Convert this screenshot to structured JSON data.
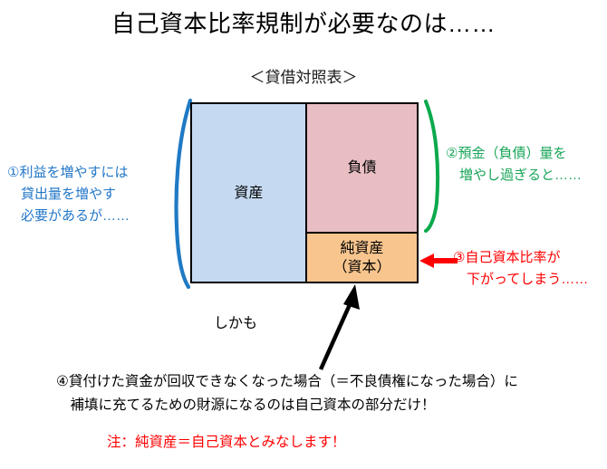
{
  "page": {
    "title": "自己資本比率規制が必要なのは……",
    "subtitle": "＜貸借対照表＞"
  },
  "balance_sheet": {
    "assets_label": "資産",
    "liabilities_label": "負債",
    "net_assets_label": "純資産\n（資本）",
    "colors": {
      "assets": "#c5d9f1",
      "liabilities": "#e8bec3",
      "net_assets": "#f8c58e",
      "border": "#000000"
    }
  },
  "annotations": {
    "note1": {
      "text": "①利益を増やすには\n　貸出量を増やす\n　必要があるが……",
      "color": "#2277c8"
    },
    "note2": {
      "text": "②預金（負債）量を\n　増やし過ぎると……",
      "color": "#18a558"
    },
    "note3": {
      "text": "③自己資本比率が\n　下がってしまう……",
      "color": "#fe0000"
    },
    "moreover": {
      "text": "しかも",
      "color": "#000000"
    },
    "note4": {
      "text": "④貸付けた資金が回収できなくなった場合（＝不良債権になった場合）に\n　補填に充てるための財源になるのは自己資本の部分だけ！",
      "color": "#000000"
    },
    "caution": {
      "text": "注：純資産＝自己資本とみなします！",
      "color": "#fe0000"
    }
  },
  "connectors": {
    "left_brace_color": "#1f7ac4",
    "right_brace_color": "#0ba94c",
    "red_arrow_color": "#fe0000",
    "black_arrow_color": "#000000"
  }
}
